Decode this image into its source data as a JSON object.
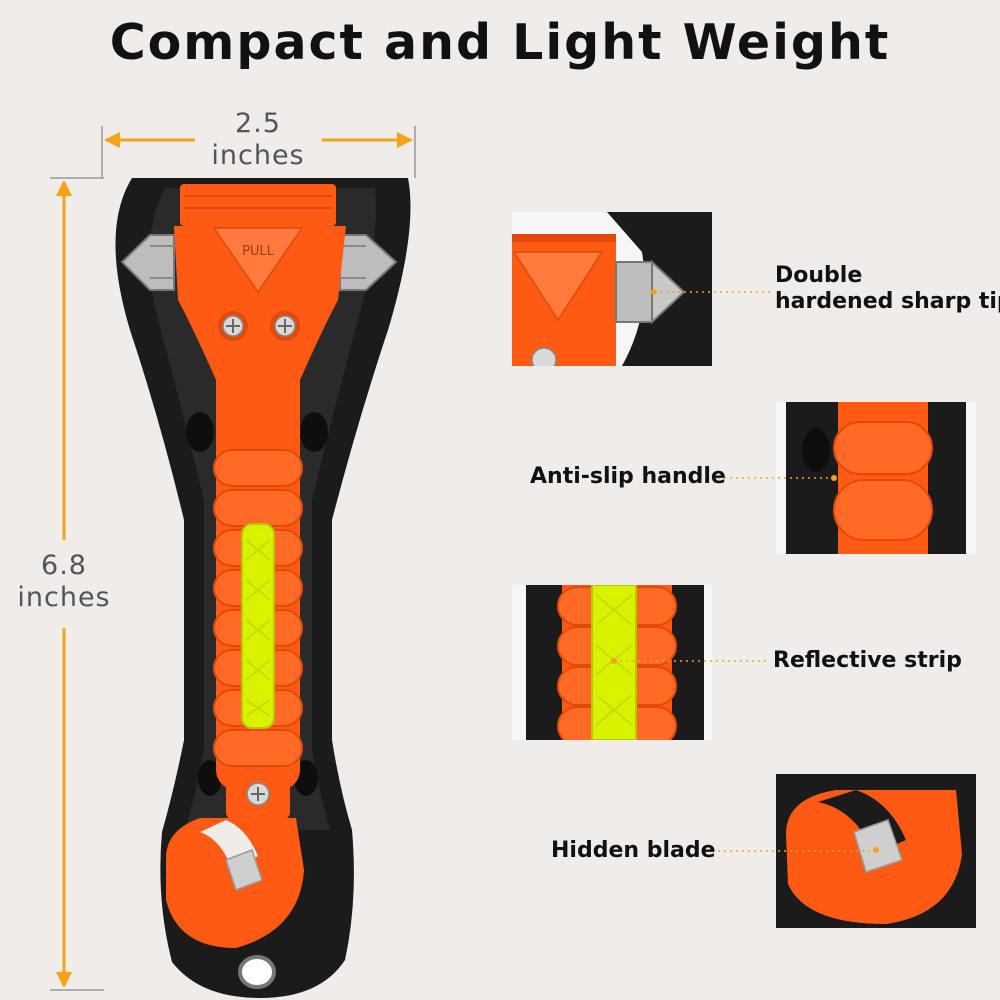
{
  "title": "Compact and Light Weight",
  "dimensions": {
    "width_value": "2.5",
    "width_unit": "inches",
    "height_value": "6.8",
    "height_unit": "inches"
  },
  "product": {
    "pull_text": "PULL"
  },
  "features": [
    {
      "line1": "Double",
      "line2": "hardened sharp tip"
    },
    {
      "line1": "Anti-slip handle"
    },
    {
      "line1": "Reflective strip"
    },
    {
      "line1": "Hidden blade"
    }
  ],
  "colors": {
    "background": "#efecea",
    "body_orange": "#ff5a14",
    "handle_black": "#1b1b1b",
    "reflective_yellow": "#d9f200",
    "guide_orange": "#f6a21a"
  }
}
